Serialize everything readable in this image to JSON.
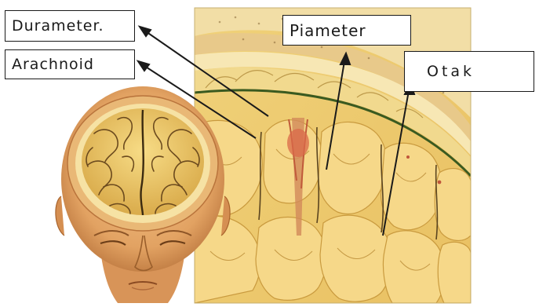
{
  "labels": {
    "durameter": "Durameter.",
    "arachnoid": "Arachnoid",
    "piameter": "Piameter",
    "otak": "Otak"
  },
  "colors": {
    "skin": "#e8b071",
    "skin_shadow": "#b9743c",
    "brain": "#f2cf6a",
    "brain_fold": "#6b4a1e",
    "membrane": "#f5e4a8",
    "section_bg": "#f6dc8a",
    "vessel": "#d96a4a",
    "line": "#1a1a1a"
  }
}
